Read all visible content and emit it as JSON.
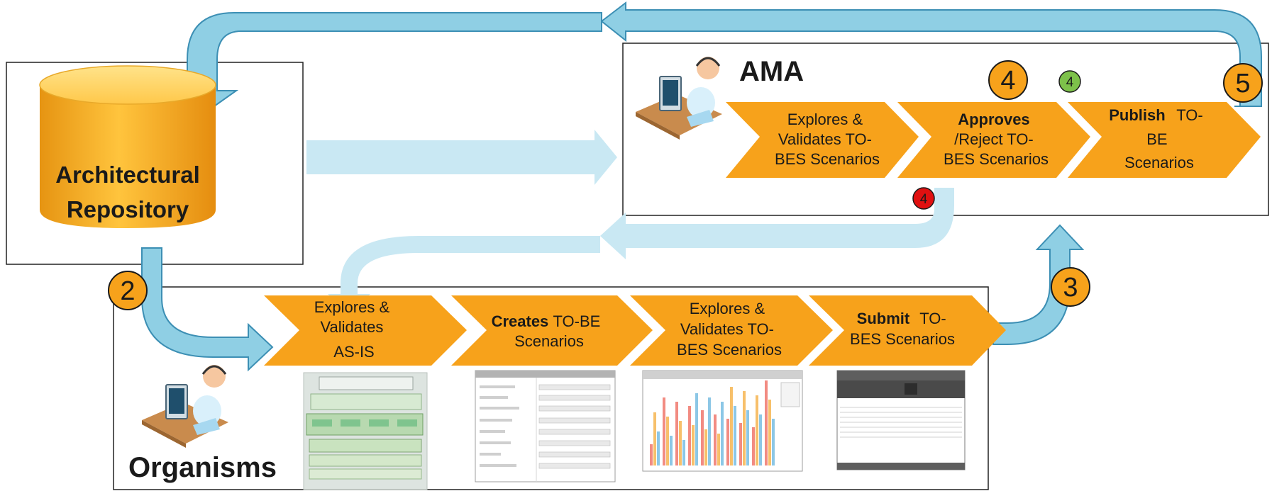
{
  "colors": {
    "chevron": "#f7a21b",
    "repository_top": "#ffd15a",
    "repository_body": "#f4ad23",
    "arrow_blue": "#8fcfe4",
    "arrow_blue_light": "#c9e8f3",
    "arrow_outline": "#3c8fb4",
    "badge_orange": "#f7a21b",
    "badge_green": "#7dc14a",
    "badge_red": "#e01010"
  },
  "repository": {
    "line1": "Architectural",
    "line2": "Repository"
  },
  "ama": {
    "title": "AMA",
    "steps": [
      {
        "bold": "",
        "lines": [
          "Explores &",
          "Validates TO-",
          "BES Scenarios"
        ]
      },
      {
        "bold": "Approves",
        "lines": [
          "/Reject TO-",
          "BES Scenarios"
        ]
      },
      {
        "bold": "Publish",
        "lines": [
          "TO-",
          "BE",
          "Scenarios"
        ]
      }
    ],
    "badge_4": "4",
    "badge_4_green": "4",
    "badge_4_red": "4",
    "badge_5": "5"
  },
  "organisms": {
    "title": "Organisms",
    "steps": [
      {
        "bold": "",
        "lines": [
          "Explores &",
          "Validates",
          "AS-IS"
        ]
      },
      {
        "bold": "Creates",
        "lines": [
          "TO-BE",
          "Scenarios"
        ]
      },
      {
        "bold": "",
        "lines": [
          "Explores &",
          "Validates TO-",
          "BES Scenarios"
        ]
      },
      {
        "bold": "Submit",
        "lines": [
          "TO-",
          "BES Scenarios"
        ]
      }
    ],
    "badge_2": "2",
    "badge_3": "3"
  },
  "icons": [
    "user-at-desk-icon",
    "repository-cylinder-icon"
  ]
}
